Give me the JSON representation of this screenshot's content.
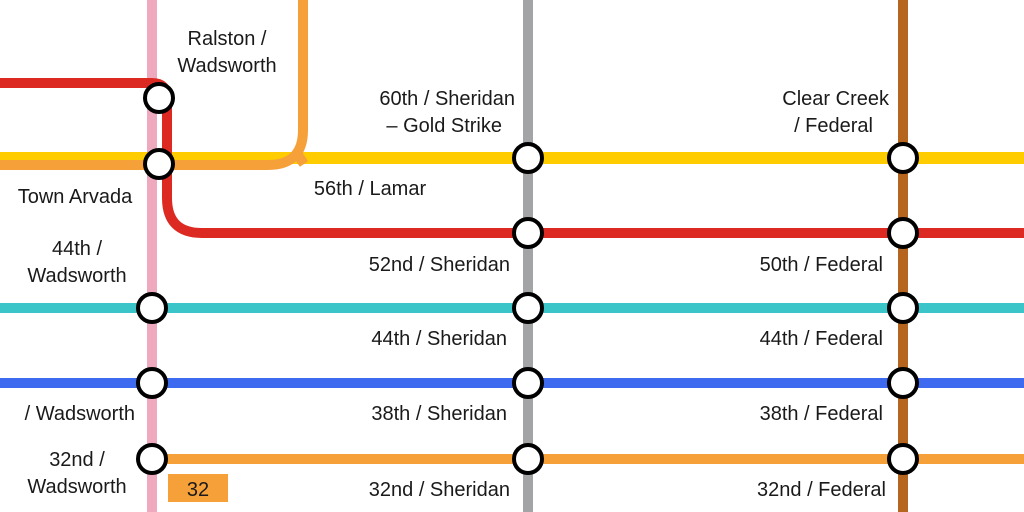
{
  "lines": {
    "pink": {
      "color": "#EFA9BE"
    },
    "gray": {
      "color": "#A2A4A6"
    },
    "brown": {
      "color": "#B5651D"
    },
    "yellow": {
      "color": "#FFCC00"
    },
    "red": {
      "color": "#DC2A23"
    },
    "orange": {
      "color": "#F6A03A"
    },
    "teal": {
      "color": "#3CC5C8"
    },
    "blue": {
      "color": "#3E6AF0"
    },
    "orange32": {
      "color": "#F6A03A"
    }
  },
  "stations": {
    "ralston": {
      "line1": "Ralston /",
      "line2": "Wadsworth"
    },
    "town_arvada": {
      "label": "Town Arvada"
    },
    "s44_wadsworth": {
      "line1": "44th /",
      "line2": "Wadsworth"
    },
    "s38_wadsworth": {
      "label": "/ Wadsworth"
    },
    "s32_wadsworth": {
      "line1": "32nd /",
      "line2": "Wadsworth"
    },
    "s60_sheridan": {
      "line1": "60th / Sheridan",
      "line2": "– Gold Strike"
    },
    "s56_lamar": {
      "label": "56th / Lamar"
    },
    "s52_sheridan": {
      "label": "52nd / Sheridan"
    },
    "s44_sheridan": {
      "label": "44th / Sheridan"
    },
    "s38_sheridan": {
      "label": "38th / Sheridan"
    },
    "s32_sheridan": {
      "label": "32nd / Sheridan"
    },
    "clear_creek": {
      "line1": "Clear Creek",
      "line2": "/ Federal"
    },
    "s50_federal": {
      "label": "50th / Federal"
    },
    "s44_federal": {
      "label": "44th / Federal"
    },
    "s38_federal": {
      "label": "38th / Federal"
    },
    "s32_federal": {
      "label": "32nd / Federal"
    }
  },
  "route_badge": {
    "label": "32",
    "color": "#F6A03A"
  }
}
